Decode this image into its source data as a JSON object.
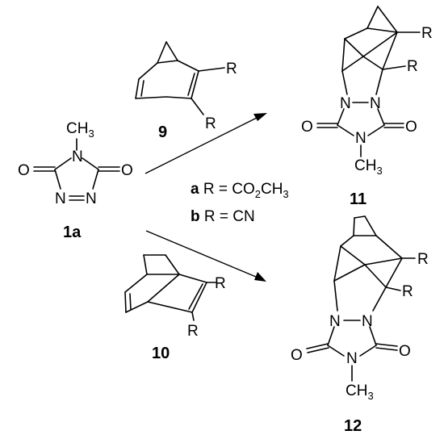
{
  "compounds": {
    "c1a": {
      "number": "1a",
      "atoms": {
        "methyl": "CH",
        "methyl_sub": "3",
        "n_top": "N",
        "o_left": "O",
        "o_right": "O",
        "n_left": "N",
        "n_right": "N"
      }
    },
    "c9": {
      "number": "9",
      "r_top": "R",
      "r_bottom": "R"
    },
    "c10": {
      "number": "10",
      "r_top": "R",
      "r_bottom": "R"
    },
    "c11": {
      "number": "11",
      "atoms": {
        "r_top": "R",
        "r_mid": "R",
        "n_left": "N",
        "n_right": "N",
        "o_left": "O",
        "o_right": "O",
        "n_bottom": "N",
        "methyl": "CH",
        "methyl_sub": "3"
      }
    },
    "c12": {
      "number": "12",
      "atoms": {
        "r_top": "R",
        "r_mid": "R",
        "n_left": "N",
        "n_right": "N",
        "o_left": "O",
        "o_right": "O",
        "n_bottom": "N",
        "methyl": "CH",
        "methyl_sub": "3"
      }
    }
  },
  "conditions": {
    "a": {
      "letter": "a",
      "text_pre": " R = CO",
      "sub": "2",
      "text_post": "CH",
      "sub2": "3"
    },
    "b": {
      "letter": "b",
      "text": " R = CN"
    }
  },
  "colors": {
    "ink": "#000000",
    "background": "#ffffff"
  }
}
